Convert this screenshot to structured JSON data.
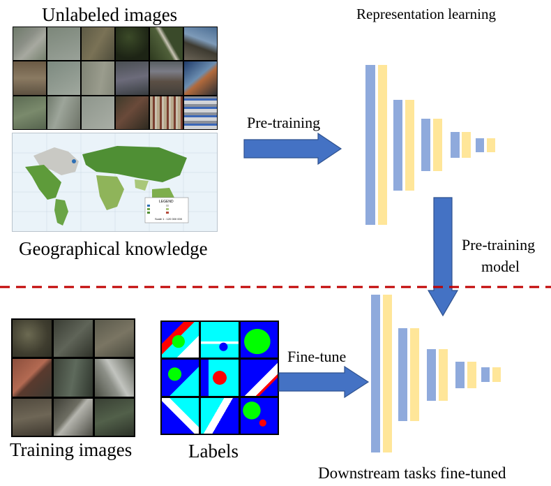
{
  "labels": {
    "unlabeled_images": "Unlabeled images",
    "representation_learning": "Representation learning",
    "pre_training_arrow": "Pre-training",
    "geographical_knowledge": "Geographical knowledge",
    "pre_training_model_line1": "Pre-training",
    "pre_training_model_line2": "model",
    "fine_tune_arrow": "Fine-tune",
    "training_images": "Training images",
    "labels": "Labels",
    "downstream": "Downstream tasks fine-tuned"
  },
  "map_legend": {
    "title": "LEGEND",
    "scale": "Scale  1 : 120 000 000"
  },
  "colors": {
    "arrow_fill": "#4472c4",
    "arrow_stroke": "#2f528f",
    "bar_blue": "#8faadc",
    "bar_yellow": "#ffe699",
    "divider": "#c00000",
    "label_blue": "#0000ff",
    "label_cyan": "#00ffff",
    "label_green": "#00ff00",
    "label_red": "#ff0000",
    "label_white": "#ffffff"
  }
}
